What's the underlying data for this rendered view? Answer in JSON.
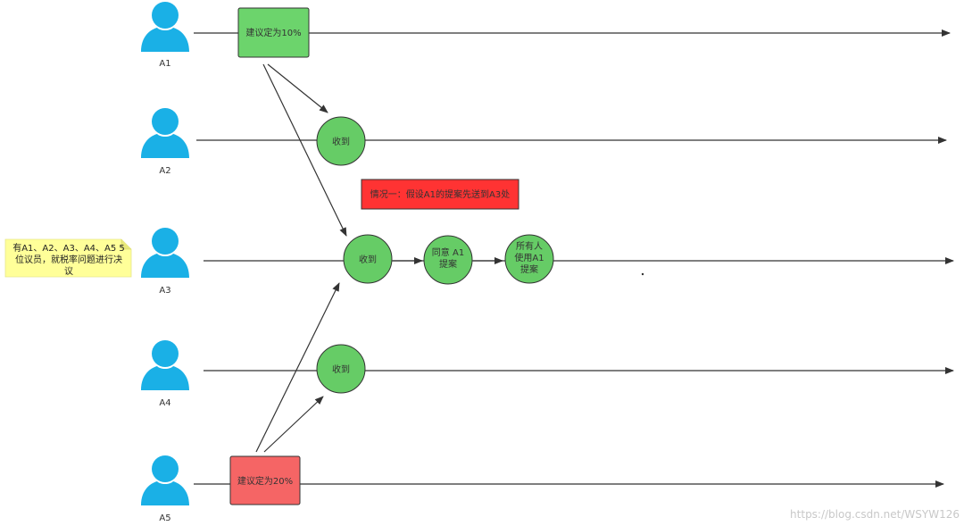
{
  "participants": [
    {
      "id": "A1",
      "label": "A1"
    },
    {
      "id": "A2",
      "label": "A2"
    },
    {
      "id": "A3",
      "label": "A3"
    },
    {
      "id": "A4",
      "label": "A4"
    },
    {
      "id": "A5",
      "label": "A5"
    }
  ],
  "proposal_a1": "建议定为10%",
  "proposal_a5": "建议定为20%",
  "received": "收到",
  "agree_a1": {
    "line1": "同意 A1",
    "line2": "提案"
  },
  "all_use_a1": {
    "line1": "所有人",
    "line2": "使用A1",
    "line3": "提案"
  },
  "scenario": "情况一：假设A1的提案先送到A3处",
  "note": {
    "line1": "有A1、A2、A3、A4、A5 5",
    "line2": "位议员，就税率问题进行决",
    "line3": "议"
  },
  "watermark": "https://blog.csdn.net/WSYW126",
  "colors": {
    "person": "#1ab0e6",
    "proposal_a1_fill": "#6cd46c",
    "proposal_a5_fill": "#f56565",
    "node_fill": "#66cc66",
    "scenario_fill": "#ff3333",
    "note_fill": "#ffff99",
    "line": "#333333"
  }
}
